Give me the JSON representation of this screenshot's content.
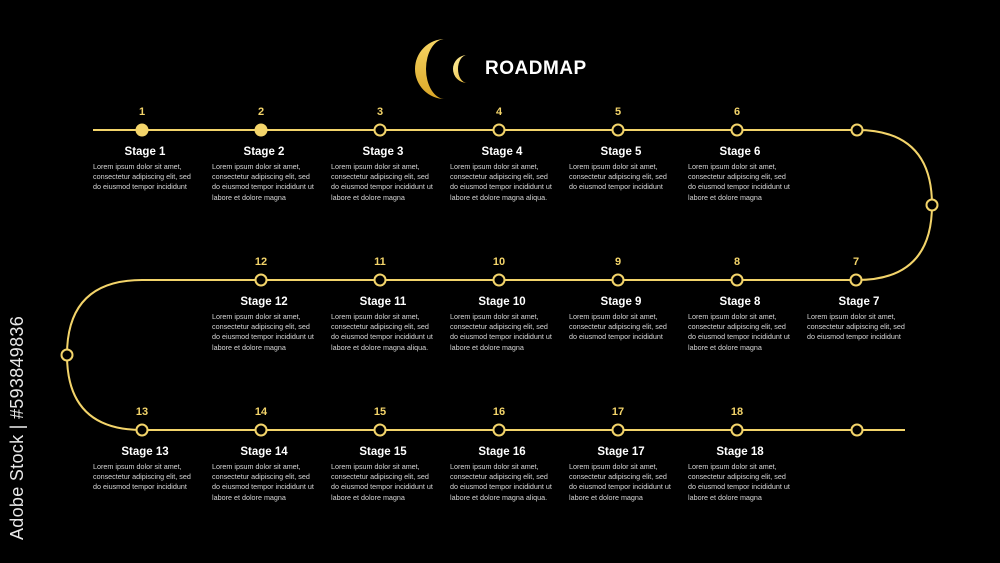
{
  "title": "ROADMAP",
  "colors": {
    "background": "#000000",
    "accent": "#f3d46a",
    "accent_dark": "#d9a526",
    "text": "#ffffff",
    "body_text": "#d6d6d6"
  },
  "logo_icon": "crescent-logo-icon",
  "stock_id": "Adobe Stock | #593849836",
  "stages": [
    {
      "number": "1",
      "title": "Stage 1",
      "text": "Lorem ipsum dolor sit amet, consectetur adipiscing elit, sed do eiusmod tempor incididunt",
      "filled": true
    },
    {
      "number": "2",
      "title": "Stage 2",
      "text": "Lorem ipsum dolor sit amet, consectetur adipiscing elit, sed do eiusmod tempor incididunt ut labore et dolore magna",
      "filled": true
    },
    {
      "number": "3",
      "title": "Stage 3",
      "text": "Lorem ipsum dolor sit amet, consectetur adipiscing elit, sed do eiusmod tempor incididunt ut labore et dolore magna",
      "filled": false
    },
    {
      "number": "4",
      "title": "Stage 4",
      "text": "Lorem ipsum dolor sit amet, consectetur adipiscing elit, sed do eiusmod tempor incididunt ut labore et dolore magna aliqua.",
      "filled": false
    },
    {
      "number": "5",
      "title": "Stage 5",
      "text": "Lorem ipsum dolor sit amet, consectetur adipiscing elit, sed do eiusmod tempor incididunt",
      "filled": false
    },
    {
      "number": "6",
      "title": "Stage 6",
      "text": "Lorem ipsum dolor sit amet, consectetur adipiscing elit, sed do eiusmod tempor incididunt ut labore et dolore magna",
      "filled": false
    },
    {
      "number": "7",
      "title": "Stage 7",
      "text": "Lorem ipsum dolor sit amet, consectetur adipiscing elit, sed do eiusmod tempor incididunt",
      "filled": false
    },
    {
      "number": "8",
      "title": "Stage 8",
      "text": "Lorem ipsum dolor sit amet, consectetur adipiscing elit, sed do eiusmod tempor incididunt ut labore et dolore magna",
      "filled": false
    },
    {
      "number": "9",
      "title": "Stage 9",
      "text": "Lorem ipsum dolor sit amet, consectetur adipiscing elit, sed do eiusmod tempor incididunt",
      "filled": false
    },
    {
      "number": "10",
      "title": "Stage 10",
      "text": "Lorem ipsum dolor sit amet, consectetur adipiscing elit, sed do eiusmod tempor incididunt ut labore et dolore magna",
      "filled": false
    },
    {
      "number": "11",
      "title": "Stage 11",
      "text": "Lorem ipsum dolor sit amet, consectetur adipiscing elit, sed do eiusmod tempor incididunt ut labore et dolore magna aliqua.",
      "filled": false
    },
    {
      "number": "12",
      "title": "Stage 12",
      "text": "Lorem ipsum dolor sit amet, consectetur adipiscing elit, sed do eiusmod tempor incididunt ut labore et dolore magna",
      "filled": false
    },
    {
      "number": "13",
      "title": "Stage 13",
      "text": "Lorem ipsum dolor sit amet, consectetur adipiscing elit, sed do eiusmod tempor incididunt",
      "filled": false
    },
    {
      "number": "14",
      "title": "Stage 14",
      "text": "Lorem ipsum dolor sit amet, consectetur adipiscing elit, sed do eiusmod tempor incididunt ut labore et dolore magna",
      "filled": false
    },
    {
      "number": "15",
      "title": "Stage 15",
      "text": "Lorem ipsum dolor sit amet, consectetur adipiscing elit, sed do eiusmod tempor incididunt ut labore et dolore magna",
      "filled": false
    },
    {
      "number": "16",
      "title": "Stage 16",
      "text": "Lorem ipsum dolor sit amet, consectetur adipiscing elit, sed do eiusmod tempor incididunt ut labore et dolore magna aliqua.",
      "filled": false
    },
    {
      "number": "17",
      "title": "Stage 17",
      "text": "Lorem ipsum dolor sit amet, consectetur adipiscing elit, sed do eiusmod tempor incididunt ut labore et dolore magna",
      "filled": false
    },
    {
      "number": "18",
      "title": "Stage 18",
      "text": "Lorem ipsum dolor sit amet, consectetur adipiscing elit, sed do eiusmod tempor incididunt ut labore et dolore magna",
      "filled": false
    }
  ]
}
